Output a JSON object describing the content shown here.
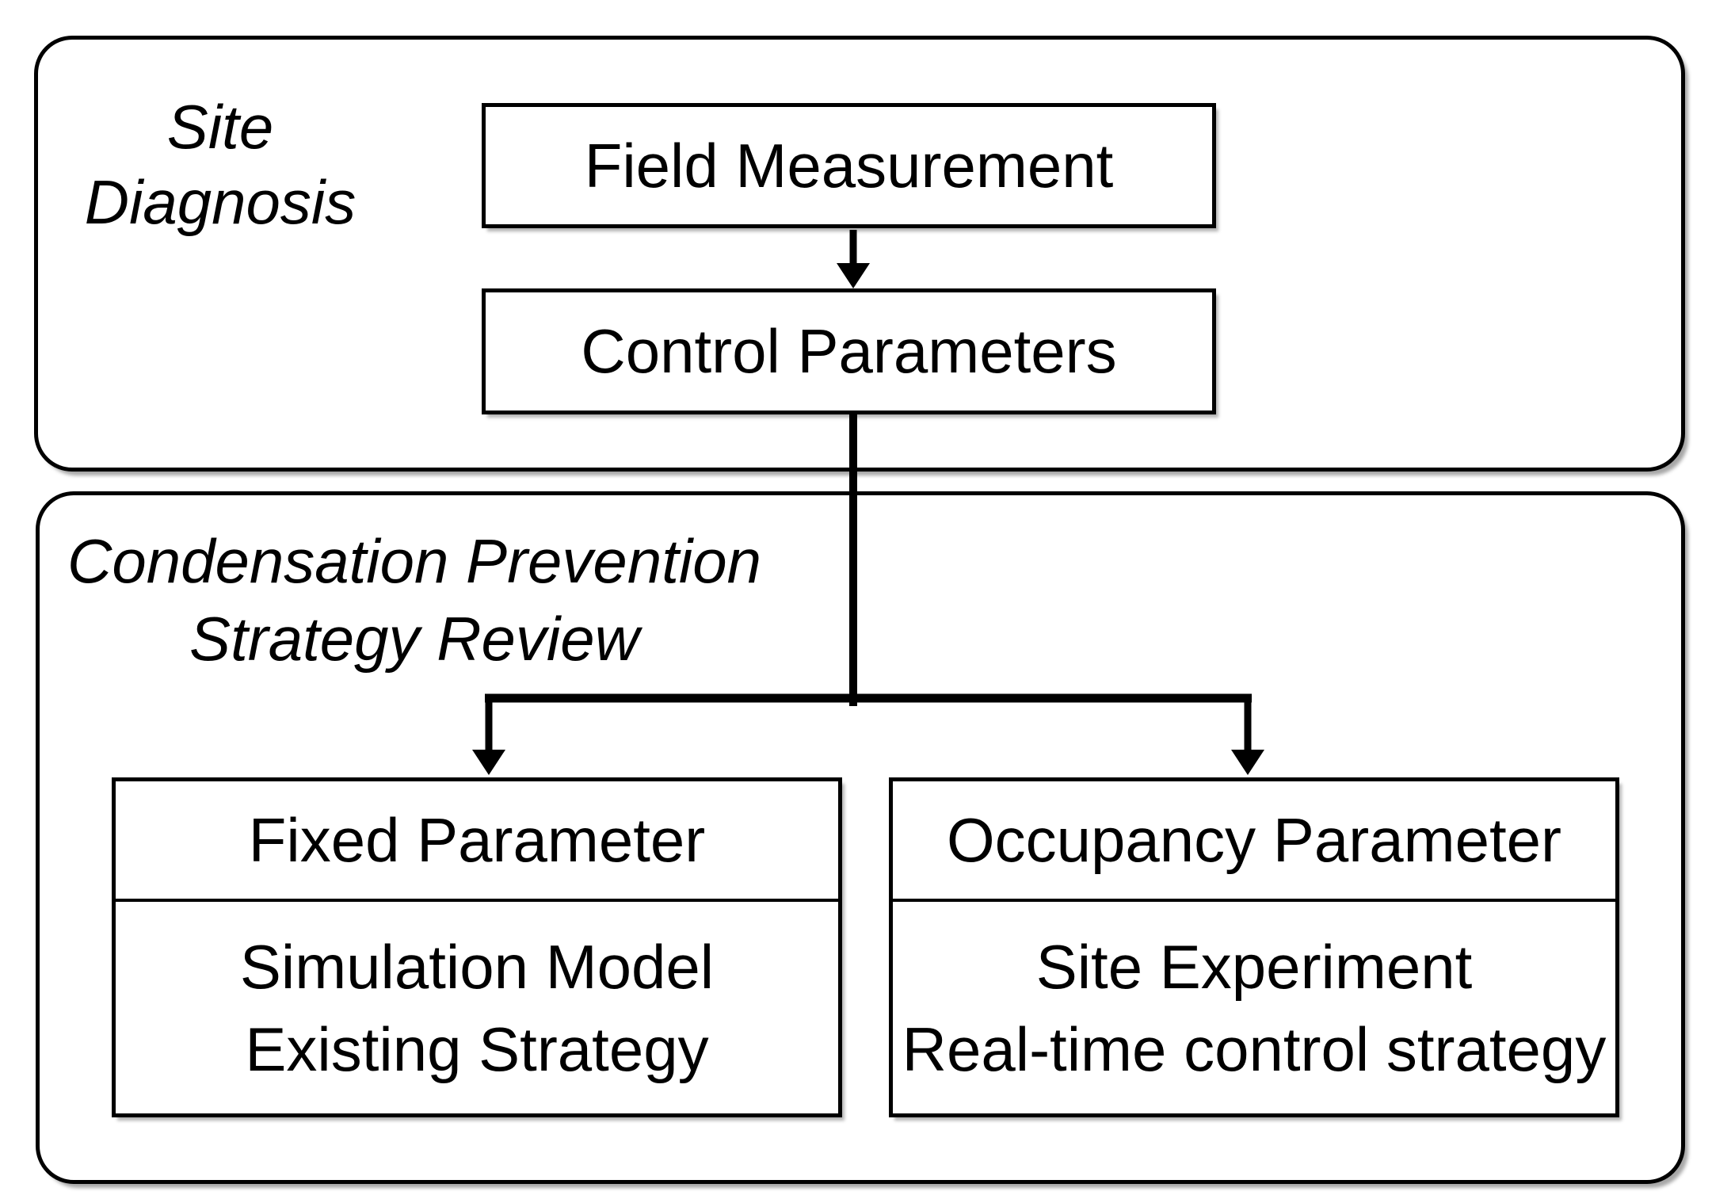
{
  "canvas": {
    "background": "#ffffff",
    "line_color": "#000000",
    "text_color": "#000000"
  },
  "sections": {
    "site_diagnosis": {
      "title": "Site\nDiagnosis",
      "boxes": {
        "field_measurement": {
          "label": "Field Measurement"
        },
        "control_parameters": {
          "label": "Control Parameters"
        }
      }
    },
    "strategy_review": {
      "title": "Condensation Prevention\nStrategy Review",
      "fixed": {
        "header": "Fixed Parameter",
        "body": "Simulation Model\nExisting Strategy"
      },
      "occupancy": {
        "header": "Occupancy Parameter",
        "body": "Site Experiment\nReal-time control strategy"
      }
    }
  },
  "edges": [
    {
      "from": "Field Measurement",
      "to": "Control Parameters"
    },
    {
      "from": "Control Parameters",
      "to": "Fixed Parameter"
    },
    {
      "from": "Control Parameters",
      "to": "Occupancy Parameter"
    }
  ]
}
